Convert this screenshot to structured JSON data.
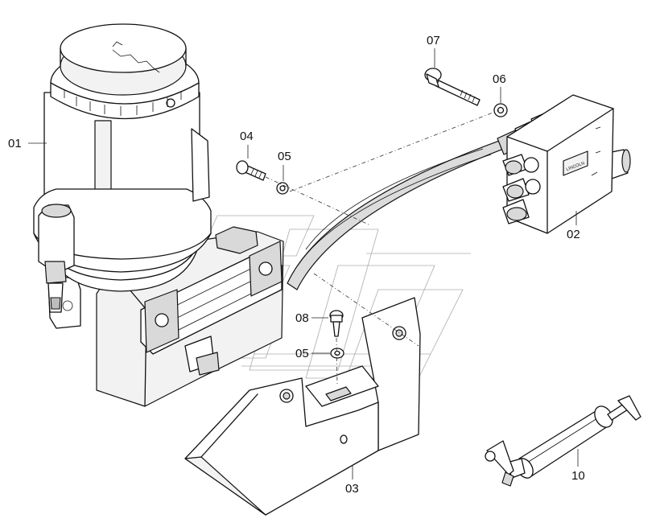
{
  "callouts": {
    "c01": "01",
    "c02": "02",
    "c03": "03",
    "c04": "04",
    "c05a": "05",
    "c05b": "05",
    "c06": "06",
    "c07": "07",
    "c08": "08",
    "c10": "10"
  },
  "labels": {
    "valve_brand": "LINCOLN"
  }
}
